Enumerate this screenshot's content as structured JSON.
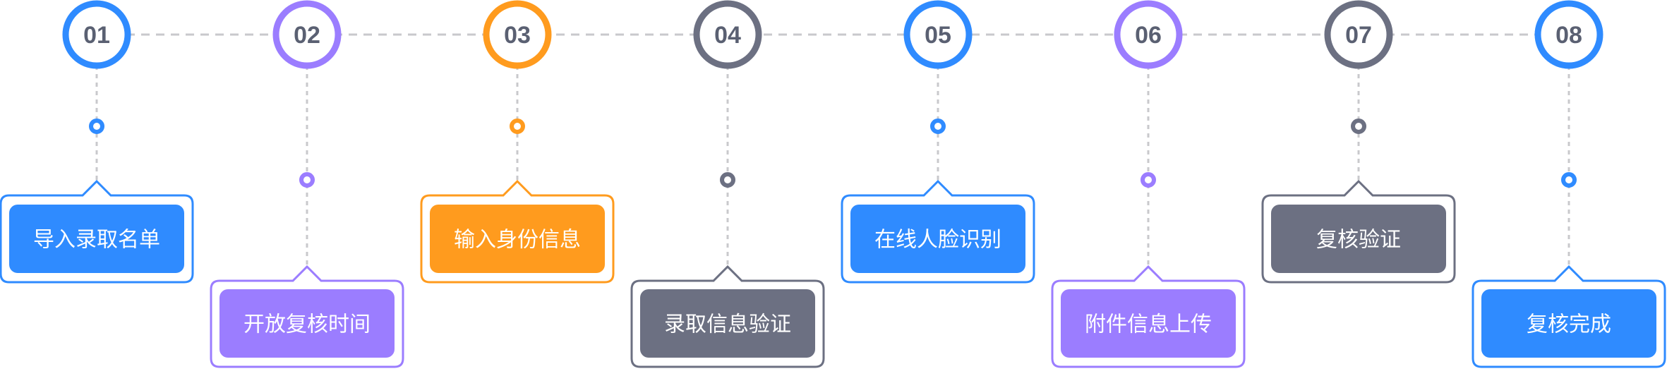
{
  "colors": {
    "blue": "#2f8bff",
    "purple": "#9b7dff",
    "orange": "#ff9b1e",
    "gray": "#6c7082",
    "connector": "#c9c9cc",
    "number_text": "#5a6072",
    "label_text": "#ffffff"
  },
  "steps": [
    {
      "number": "01",
      "label": "导入录取名单",
      "color": "blue",
      "row": "upper"
    },
    {
      "number": "02",
      "label": "开放复核时间",
      "color": "purple",
      "row": "lower"
    },
    {
      "number": "03",
      "label": "输入身份信息",
      "color": "orange",
      "row": "upper"
    },
    {
      "number": "04",
      "label": "录取信息验证",
      "color": "gray",
      "row": "lower"
    },
    {
      "number": "05",
      "label": "在线人脸识别",
      "color": "blue",
      "row": "upper"
    },
    {
      "number": "06",
      "label": "附件信息上传",
      "color": "purple",
      "row": "lower"
    },
    {
      "number": "07",
      "label": "复核验证",
      "color": "gray",
      "row": "upper"
    },
    {
      "number": "08",
      "label": "复核完成",
      "color": "blue",
      "row": "lower"
    }
  ]
}
